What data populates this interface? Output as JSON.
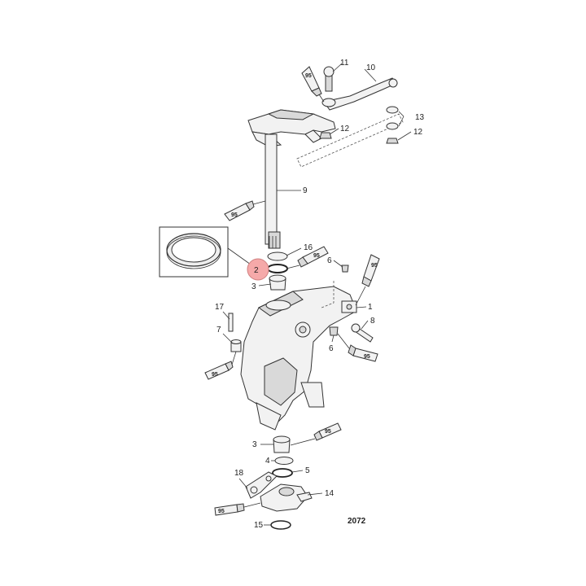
{
  "diagram_code": "2072",
  "highlight_color": "#f5a9a9",
  "lubricant_code": "95",
  "callouts": {
    "c1": "1",
    "c2": "2",
    "c3a": "3",
    "c3b": "3",
    "c4": "4",
    "c5": "5",
    "c6a": "6",
    "c6b": "6",
    "c7": "7",
    "c8": "8",
    "c9": "9",
    "c10": "10",
    "c11": "11",
    "c12a": "12",
    "c12b": "12",
    "c13": "13",
    "c14": "14",
    "c15": "15",
    "c16": "16",
    "c17": "17",
    "c18": "18"
  }
}
